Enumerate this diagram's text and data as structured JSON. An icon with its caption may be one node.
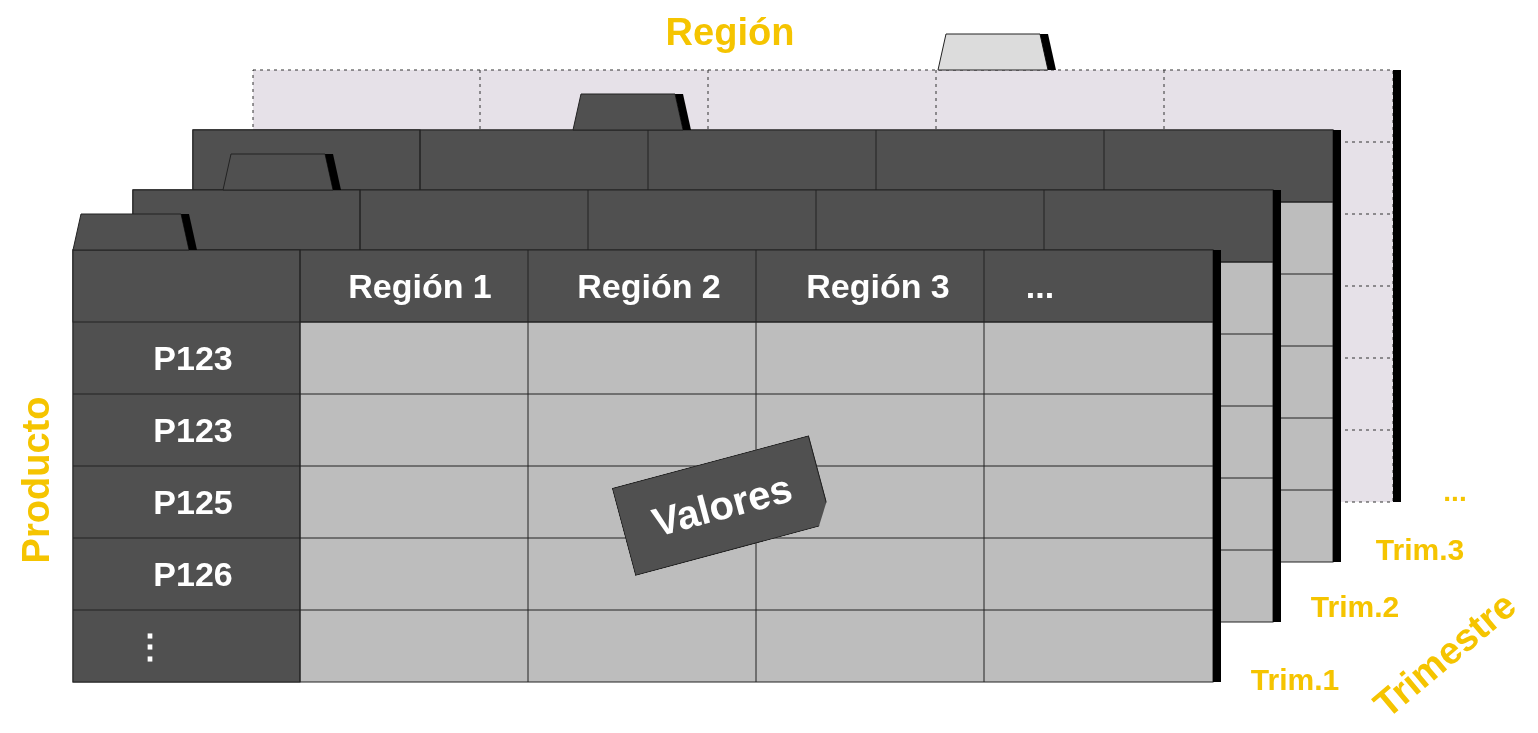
{
  "diagram": {
    "labels": [
      "Región",
      "Región 1",
      "Región 2",
      "Región 3",
      "...",
      "P123",
      "P123",
      "P125",
      "P126",
      "⋮",
      "Producto",
      "Valores",
      "...",
      "Trim.3",
      "Trim.2",
      "Trim.1",
      "Trimestre"
    ]
  }
}
